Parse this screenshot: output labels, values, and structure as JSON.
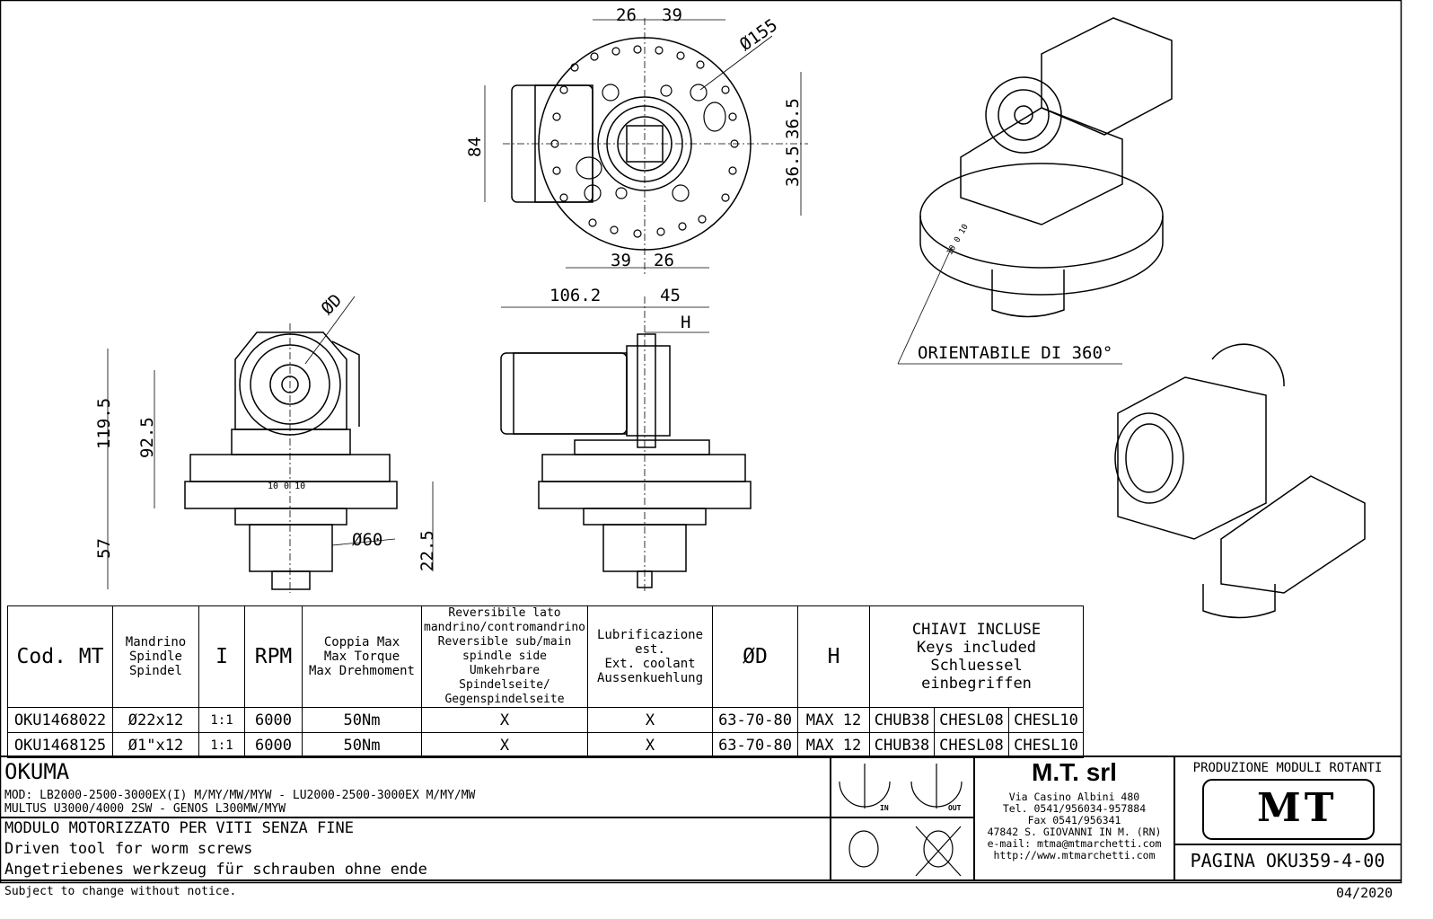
{
  "dimensions": {
    "top_view": {
      "d26_top": "26",
      "d39_top": "39",
      "dia155": "Ø155",
      "d84": "84",
      "d36_5_a": "36.5",
      "d36_5_b": "36.5",
      "d39_bottom": "39",
      "d26_bottom": "26"
    },
    "front_view": {
      "dia_d": "ØD",
      "d119_5": "119.5",
      "d92_5": "92.5",
      "d57": "57",
      "dia60": "Ø60",
      "d22_5": "22.5",
      "scale": "10 0 10"
    },
    "side_view": {
      "d106_2": "106.2",
      "d45": "45",
      "h": "H"
    },
    "iso_note": "ORIENTABILE DI 360°",
    "iso_scale": "10 0 10"
  },
  "table": {
    "headers": [
      "Cod. MT",
      "Mandrino\nSpindle\nSpindel",
      "I",
      "RPM",
      "Coppia Max\nMax Torque\nMax Drehmoment",
      "Reversibile lato\nmandrino/contromandrino\nReversible sub/main\nspindle side\nUmkehrbare Spindelseite/\nGegenspindelseite",
      "Lubrificazione est.\nExt. coolant\nAussenkuehlung",
      "ØD",
      "H",
      "CHIAVI INCLUSE\nKeys included\nSchluessel einbegriffen"
    ],
    "rows": [
      [
        "OKU1468022",
        "Ø22x12",
        "1:1",
        "6000",
        "50Nm",
        "X",
        "X",
        "63-70-80",
        "MAX 12",
        "CHUB38",
        "CHESL08",
        "CHESL10"
      ],
      [
        "OKU1468125",
        "Ø1\"x12",
        "1:1",
        "6000",
        "50Nm",
        "X",
        "X",
        "63-70-80",
        "MAX 12",
        "CHUB38",
        "CHESL08",
        "CHESL10"
      ]
    ]
  },
  "title_block": {
    "brand": "OKUMA",
    "models_line1": "MOD: LB2000-2500-3000EX(I) M/MY/MW/MYW   -  LU2000-2500-3000EX M/MY/MW",
    "models_line2": "MULTUS U3000/4000 2SW  - GENOS L300MW/MYW",
    "desc_it": "MODULO MOTORIZZATO PER VITI SENZA FINE",
    "desc_en": "Driven tool for worm screws",
    "desc_de": "Angetriebenes werkzeug für schrauben ohne ende",
    "icon_in": "IN",
    "icon_out": "OUT",
    "company": "M.T. srl",
    "address": "Via Casino Albini 480",
    "tel": "Tel. 0541/956034-957884",
    "fax": "Fax 0541/956341",
    "city": "47842 S. GIOVANNI IN M. (RN)",
    "email": "e-mail: mtma@mtmarchetti.com",
    "web": "http://www.mtmarchetti.com",
    "production": "PRODUZIONE MODULI ROTANTI",
    "logo": "MT",
    "page": "PAGINA OKU359-4-00"
  },
  "footer": {
    "notice": "Subject to change without notice.",
    "date": "04/2020"
  }
}
